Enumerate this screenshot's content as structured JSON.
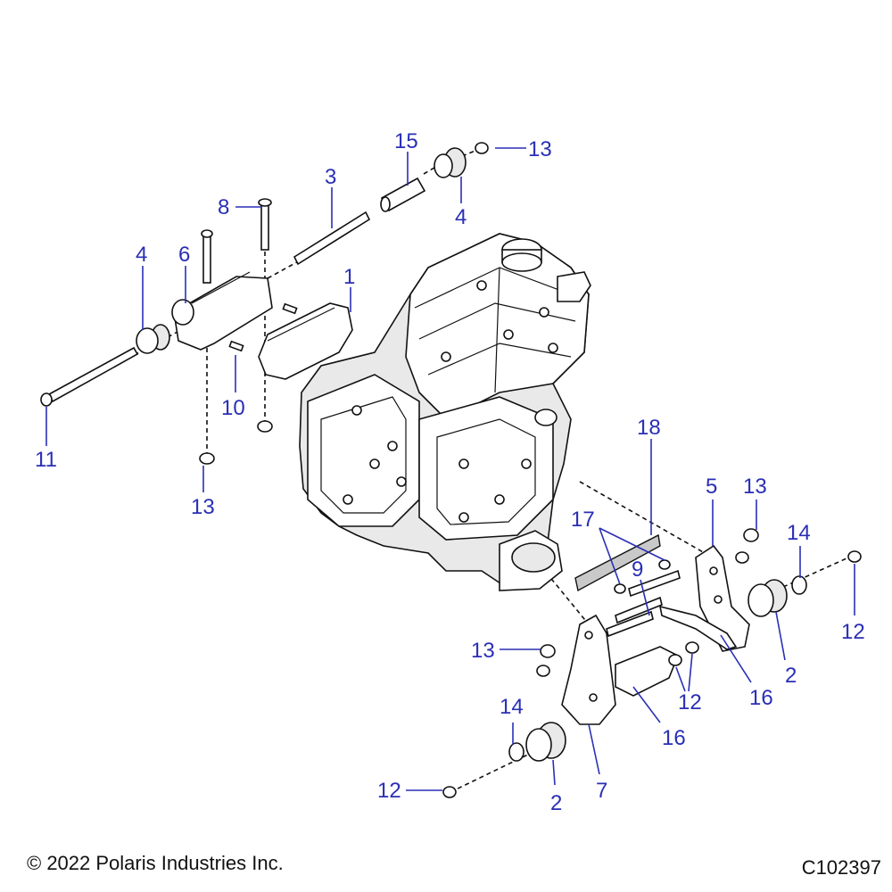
{
  "callouts": {
    "c1": "1",
    "c2a": "2",
    "c2b": "2",
    "c3": "3",
    "c4a": "4",
    "c4b": "4",
    "c5": "5",
    "c6": "6",
    "c7": "7",
    "c8": "8",
    "c9": "9",
    "c10": "10",
    "c11": "11",
    "c12a": "12",
    "c12b": "12",
    "c12c": "12",
    "c13a": "13",
    "c13b": "13",
    "c13c": "13",
    "c13d": "13",
    "c14a": "14",
    "c14b": "14",
    "c15": "15",
    "c16a": "16",
    "c16b": "16",
    "c17": "17",
    "c18": "18"
  },
  "footer": {
    "copyright": "© 2022 Polaris Industries Inc.",
    "drawing_id": "C102397"
  },
  "colors": {
    "callout": "#2a2fb5",
    "line": "#111111"
  }
}
